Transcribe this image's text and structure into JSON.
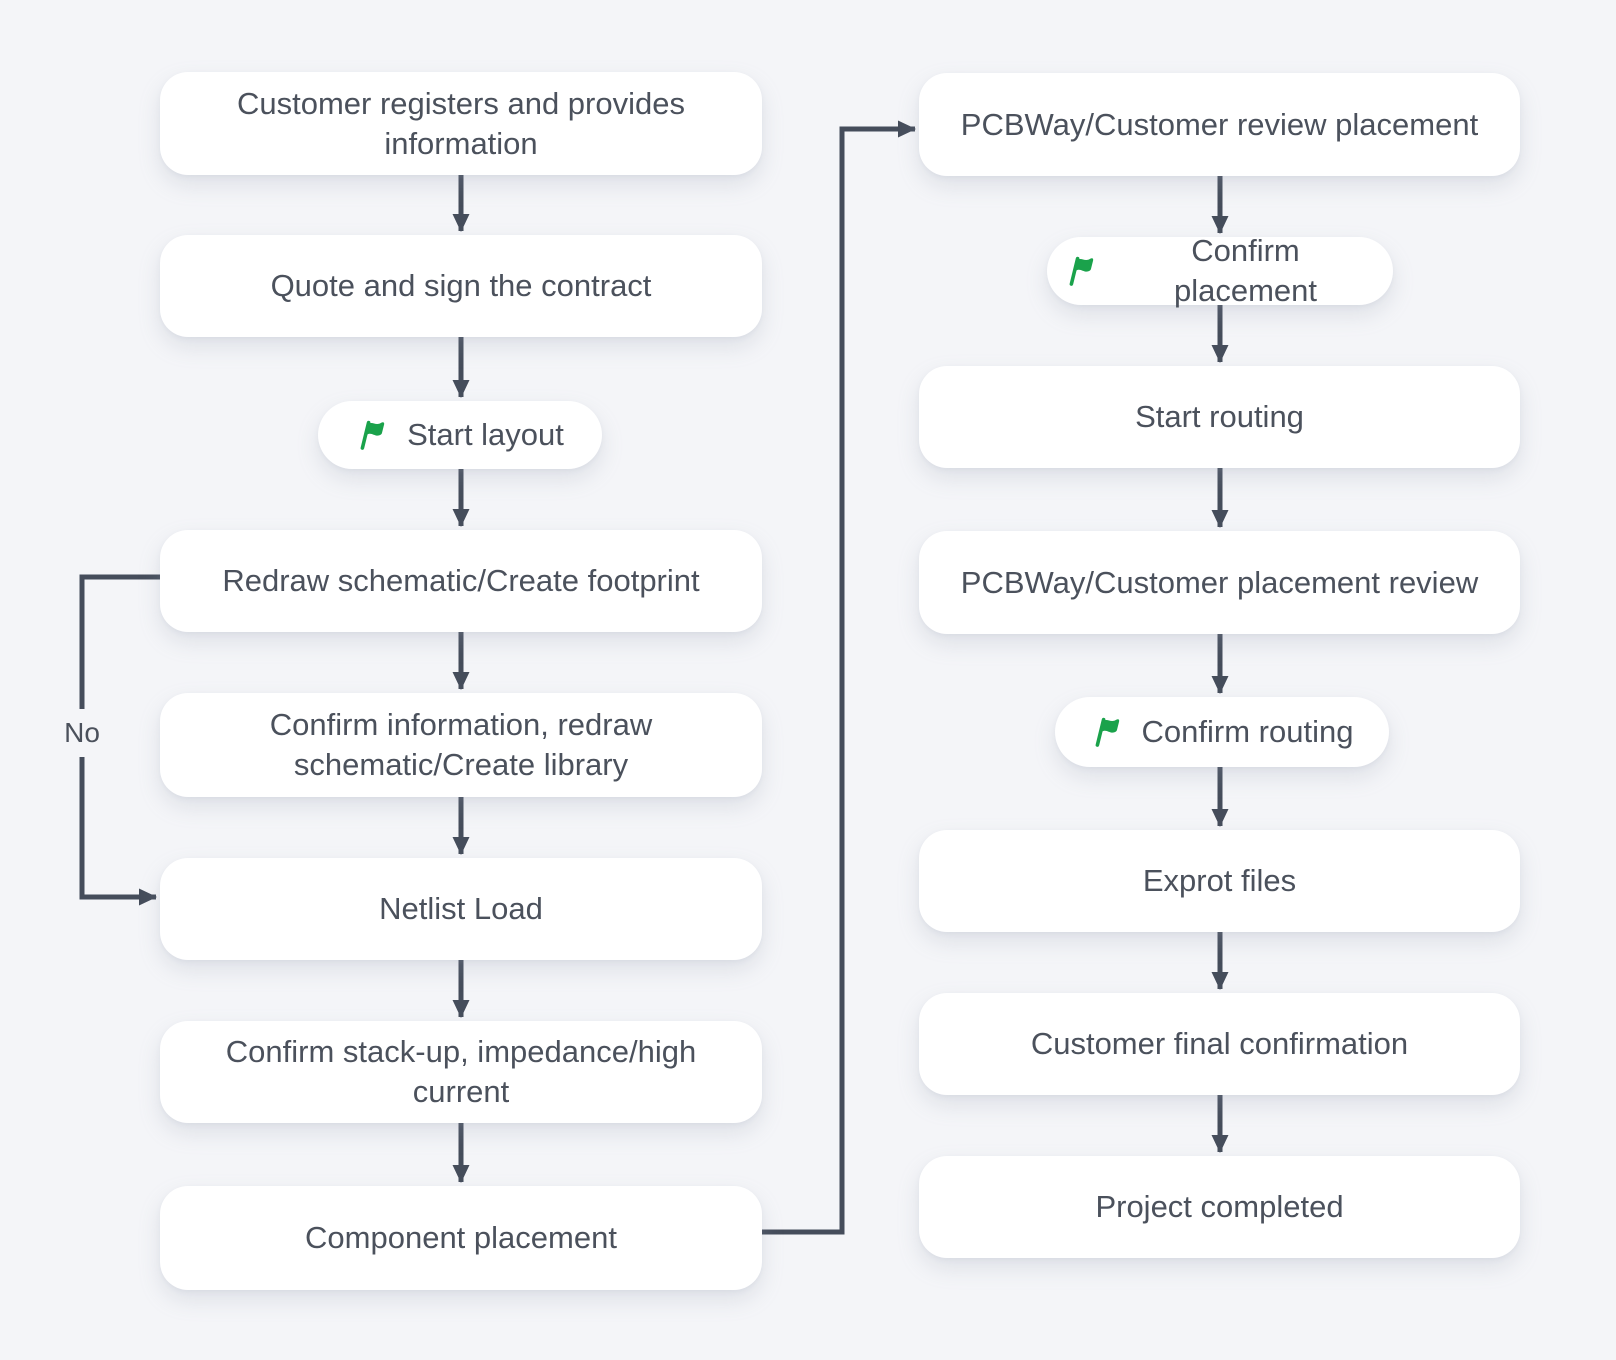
{
  "colors": {
    "background": "#f4f5f8",
    "node_background": "#ffffff",
    "connector": "#454d5b",
    "text": "#4b515c",
    "flag_green": "#1aa24b"
  },
  "flow": {
    "left": [
      {
        "label": "Customer registers and provides information"
      },
      {
        "label": "Quote and sign the contract"
      },
      {
        "label": "Start layout"
      },
      {
        "label": "Redraw schematic/Create footprint"
      },
      {
        "label": "Confirm information, redraw schematic/Create library"
      },
      {
        "label": "Netlist Load"
      },
      {
        "label": "Confirm stack-up, impedance/high current"
      },
      {
        "label": "Component placement"
      }
    ],
    "right": [
      {
        "label": "PCBWay/Customer review placement"
      },
      {
        "label": "Confirm placement"
      },
      {
        "label": "Start routing"
      },
      {
        "label": "PCBWay/Customer placement review"
      },
      {
        "label": "Confirm routing"
      },
      {
        "label": "Exprot files"
      },
      {
        "label": "Customer final confirmation"
      },
      {
        "label": "Project completed"
      }
    ],
    "no_label": "No"
  }
}
